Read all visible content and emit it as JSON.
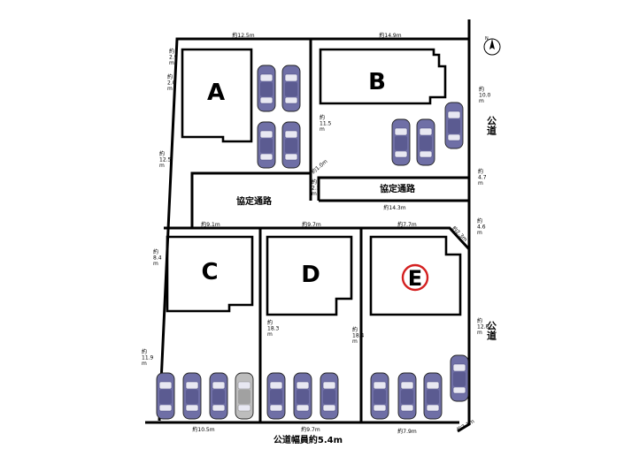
{
  "lots": [
    "A",
    "B",
    "C",
    "D",
    "E"
  ],
  "selected_lot": "E",
  "roads": {
    "agreement_road_1": "協定通路",
    "agreement_road_2": "協定通路",
    "public_road_right_1": "公道",
    "public_road_right_2": "公道",
    "public_road_bottom": "公道幅員約5.4m"
  },
  "dimensions": {
    "top_a": "約12.5m",
    "top_b": "約14.9m",
    "left_top_1": "約\n2.9\nm",
    "left_top_2": "約\n2.0\nm",
    "left_a": "約\n12.5\nm",
    "b_inner_left": "約\n11.5\nm",
    "b_corner": "約1.0m",
    "b_right": "約\n10.0\nm",
    "b_right_lower": "約\n4.7\nm",
    "road_width": "約\n2.5\nm",
    "road_bottom_b": "約14.3m",
    "c_top": "約9.1m",
    "d_top": "約9.7m",
    "e_top": "約7.7m",
    "e_corner_top": "約2.3m",
    "right_mid": "約\n4.6\nm",
    "left_c": "約\n8.4\nm",
    "left_c_lower": "約\n11.9\nm",
    "cd_line": "約\n18.3\nm",
    "de_line": "約\n18.4\nm",
    "right_e": "約\n12.8\nm",
    "bottom_c": "約10.5m",
    "bottom_d": "約9.7m",
    "bottom_e": "約7.9m",
    "e_corner_bottom": "約2.1m"
  },
  "colors": {
    "car": "#6f6fa6",
    "car_dark": "#4a4a80",
    "car_gray": "#bdbdbd",
    "highlight": "#d42020"
  },
  "icons": [
    "north-arrow-icon",
    "car-icon"
  ]
}
